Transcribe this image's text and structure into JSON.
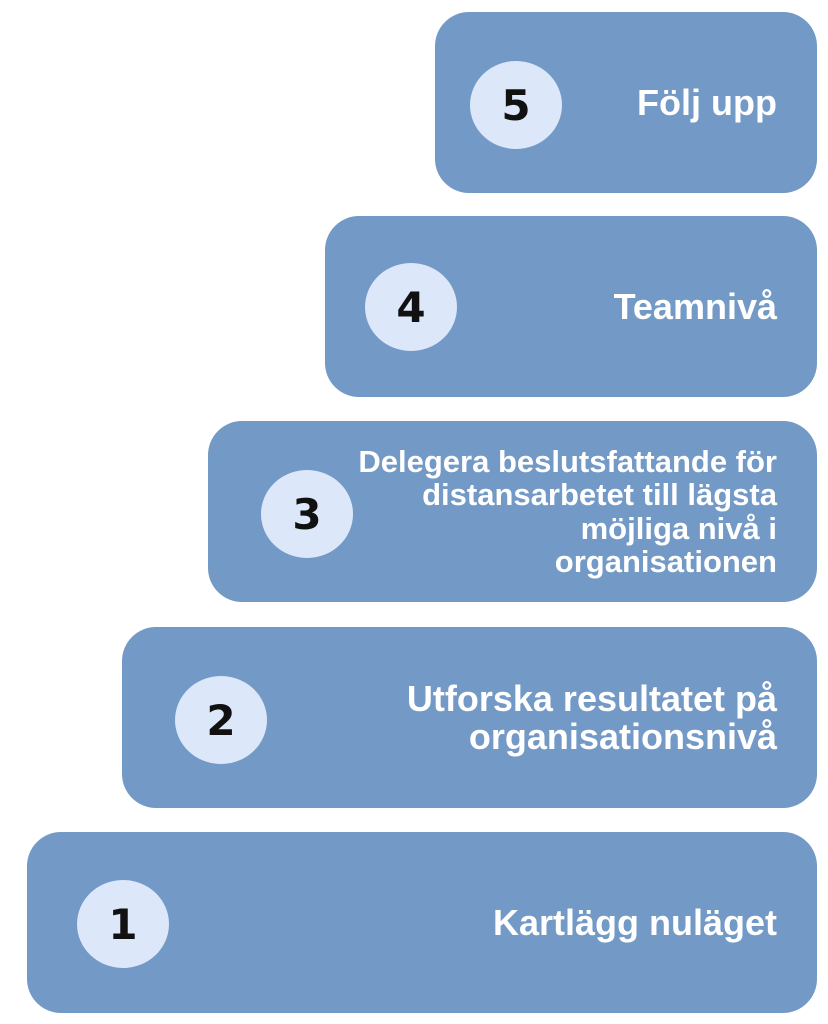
{
  "colors": {
    "box": "#7399c6",
    "circle": "#dce8f9",
    "text": "#ffffff"
  },
  "steps": [
    {
      "number": "5",
      "label": "Följ upp"
    },
    {
      "number": "4",
      "label": "Teamnivå"
    },
    {
      "number": "3",
      "label": "Delegera beslutsfattande för distansarbetet till lägsta möjliga nivå i organisationen"
    },
    {
      "number": "2",
      "label": "Utforska resultatet på organisationsnivå"
    },
    {
      "number": "1",
      "label": "Kartlägg nuläget"
    }
  ]
}
